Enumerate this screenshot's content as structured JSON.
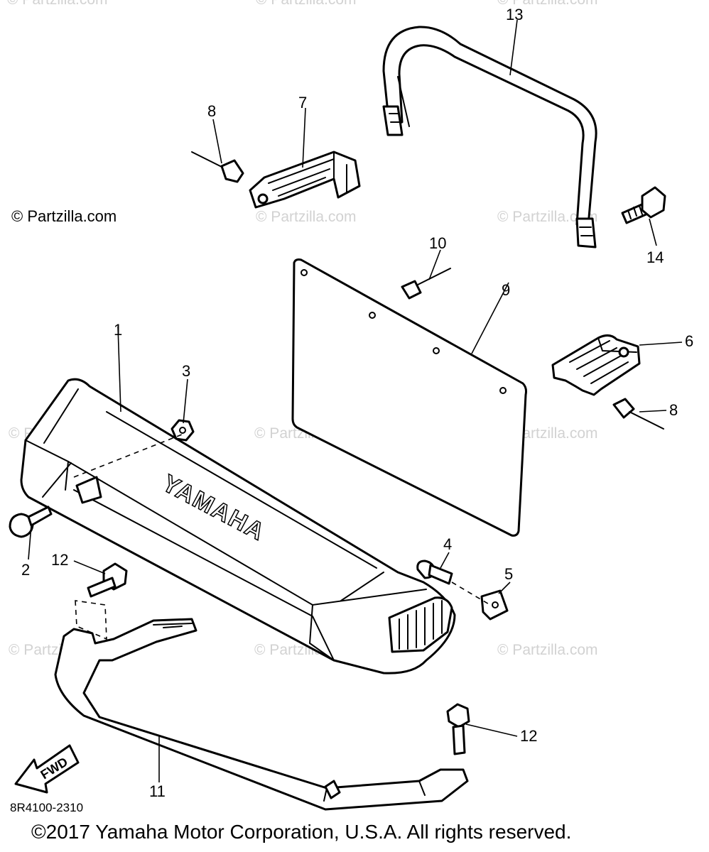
{
  "credit": "© Partzilla.com",
  "watermark": "© Partzilla.com",
  "diagram_code": "8R4100-2310",
  "copyright": "©2017 Yamaha Motor Corporation, U.S.A. All rights reserved.",
  "logo_text": "YAMAHA",
  "fwd_label": "FWD",
  "callouts": {
    "c1": "1",
    "c2": "2",
    "c3": "3",
    "c4": "4",
    "c5": "5",
    "c6": "6",
    "c7": "7",
    "c8a": "8",
    "c8b": "8",
    "c9": "9",
    "c10": "10",
    "c11": "11",
    "c12a": "12",
    "c12b": "12",
    "c13": "13",
    "c14": "14"
  }
}
